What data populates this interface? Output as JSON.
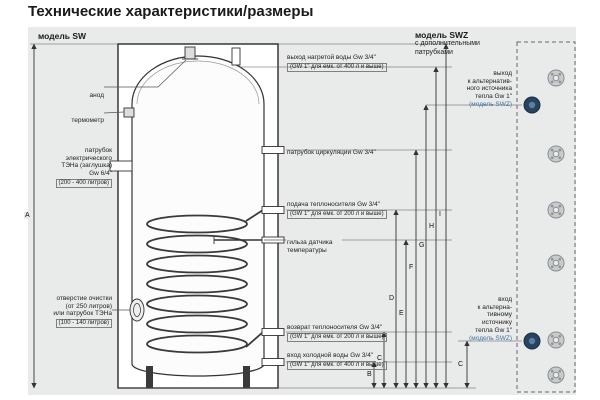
{
  "page": {
    "title": "Технические характеристики/размеры"
  },
  "colors": {
    "panel": "#e9eaea",
    "accent_blue": "#3f75a2",
    "dark_flange": "#27435f"
  },
  "header": {
    "model_sw": "модель SW",
    "model_swz": "модель SWZ",
    "model_swz_sub": "с дополнительными\nпатрубками"
  },
  "labels": {
    "left": [
      {
        "text": "анод"
      },
      {
        "text": "термометр"
      },
      {
        "text": "патрубок\nэлектрического\nТЭНа (заглушка)\nGw 6/4\"",
        "note": "(200 - 400 литров)"
      },
      {
        "text": "отверстие очистки\n(от 250 литров)\nили патрубок ТЭНа",
        "note": "(100 - 140 литров)"
      }
    ],
    "right": [
      {
        "text": "выход нагретой воды Gw 3/4\"",
        "note": "(GW 1\" для емк. от 400 л и выше)"
      },
      {
        "text": "патрубок циркуляции Gw 3/4\""
      },
      {
        "text": "подача теплоносителя Gw 3/4\"",
        "note": "(GW 1\" для емк. от 200 л и выше)"
      },
      {
        "text": "гильза датчика\nтемпературы"
      },
      {
        "text": "возврат теплоносителя Gw 3/4\"",
        "note": "(GW 1\" для емк. от 200 л и выше)"
      },
      {
        "text": "вход холодной воды Gw 3/4\"",
        "note": "(GW 1\" для емк. от 400 л и выше)"
      }
    ],
    "far_right": [
      {
        "text": "выход\nк альтернатив-\nного источника\nтепла Gw 1\"",
        "note": "(модель SWZ)"
      },
      {
        "text": "вход\nк альтерна-\nтивному\nисточнику\nтепла Gw 1\"",
        "note": "(модель SWZ)"
      }
    ]
  },
  "dimensions": {
    "left": "A",
    "right": [
      "B",
      "C",
      "D",
      "E",
      "F",
      "G",
      "H",
      "I"
    ],
    "far_right": "C"
  }
}
